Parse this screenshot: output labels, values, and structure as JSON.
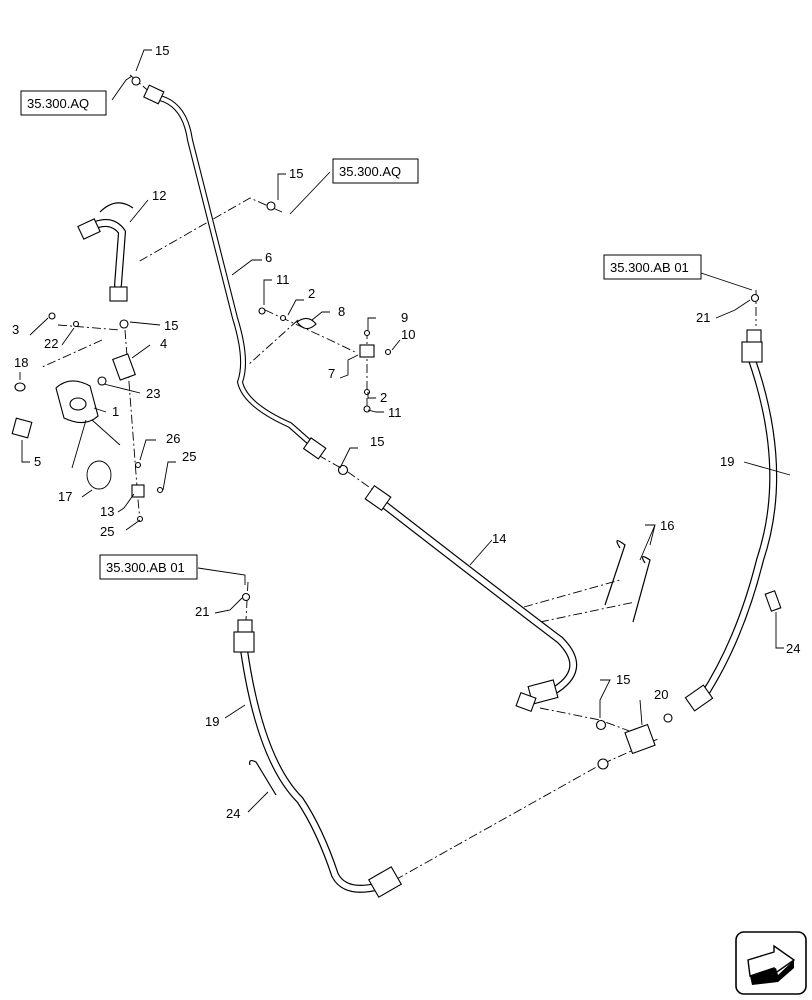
{
  "references": {
    "r1": "35.300.AQ",
    "r2": "35.300.AQ",
    "r3": "35.300.AB 01",
    "r4": "35.300.AB 01"
  },
  "callouts": {
    "c15a": "15",
    "c15b": "15",
    "c15c": "15",
    "c15d": "15",
    "c15e": "15",
    "c12": "12",
    "c6": "6",
    "c11a": "11",
    "c2a": "2",
    "c8": "8",
    "c9": "9",
    "c10": "10",
    "c7": "7",
    "c2b": "2",
    "c11b": "11",
    "c3": "3",
    "c22": "22",
    "c4": "4",
    "c18": "18",
    "c23": "23",
    "c1": "1",
    "c5": "5",
    "c26": "26",
    "c25a": "25",
    "c17": "17",
    "c13": "13",
    "c25b": "25",
    "c21a": "21",
    "c19a": "19",
    "c16": "16",
    "c14": "14",
    "c24a": "24",
    "c21b": "21",
    "c19b": "19",
    "c24b": "24",
    "c20": "20"
  },
  "icons": {
    "corner": "arrow-navigation-icon"
  }
}
